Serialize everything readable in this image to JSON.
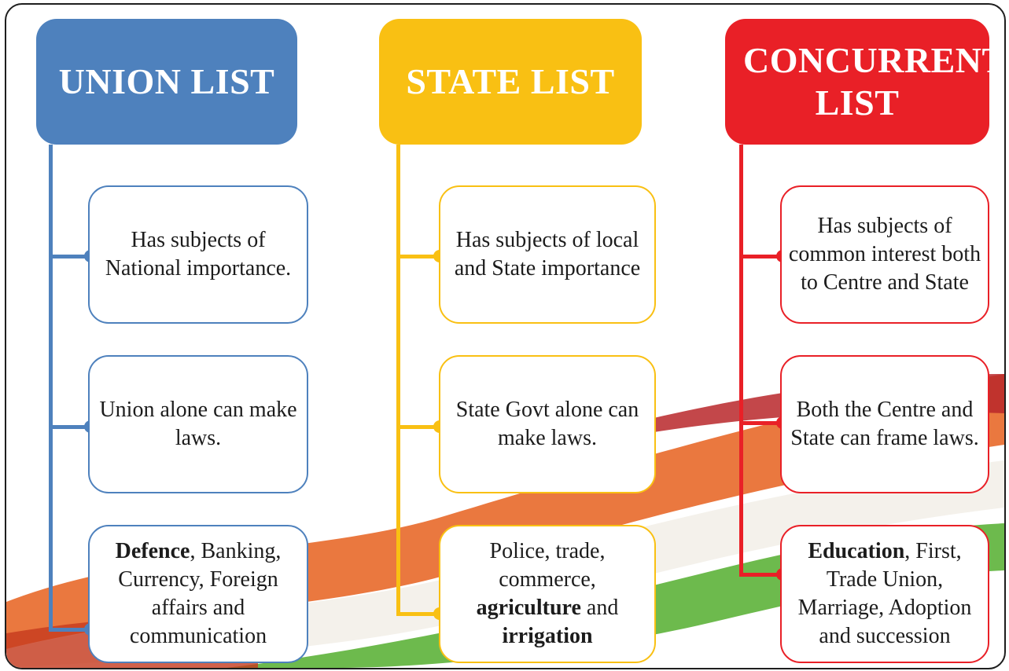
{
  "colors": {
    "union": "#4e81bd",
    "state": "#f9c013",
    "concurrent": "#e92027"
  },
  "columns": {
    "union": {
      "title": "UNION LIST",
      "box1": "Has subjects of National importance.",
      "box2": "Union alone can make laws.",
      "box3_bold": "Defence",
      "box3_rest": ", Banking, Currency, Foreign affairs and communication"
    },
    "state": {
      "title": "STATE LIST",
      "box1": "Has subjects of local and State importance",
      "box2": "State Govt alone can make laws.",
      "box3_part1": "Police, trade, commerce,",
      "box3_bold1": "agriculture",
      "box3_part2": " and",
      "box3_bold2": "irrigation"
    },
    "concurrent": {
      "title": "CONCURRENT LIST",
      "box1": "Has subjects of common interest both to Centre and State",
      "box2": "Both the Centre and State can frame laws.",
      "box3_bold": "Education",
      "box3_rest": ", First, Trade Union, Marriage, Adoption and succession"
    }
  }
}
